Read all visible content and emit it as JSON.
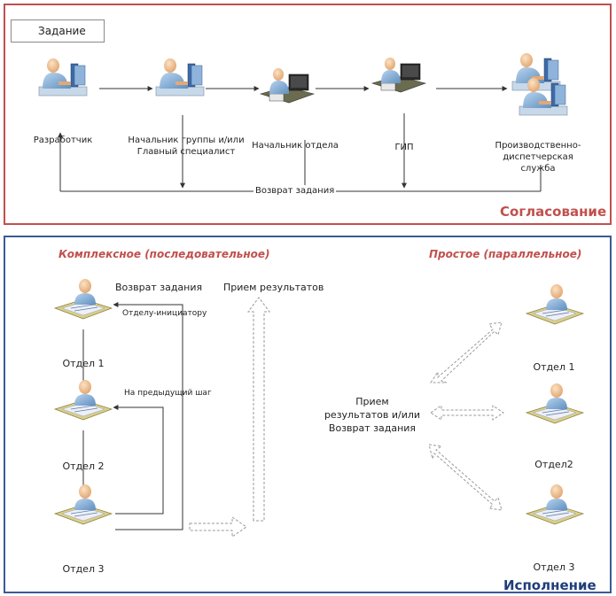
{
  "approval": {
    "task_label": "Задание",
    "roles": [
      "Разработчик",
      "Начальник группы и/или\nГлавный специалист",
      "Начальник отдела",
      "ГИП",
      "Производственно-диспетчерская\nслужба"
    ],
    "return_label": "Возврат задания",
    "section_title": "Согласование"
  },
  "execution": {
    "complex_heading": "Комплексное (последовательное)",
    "simple_heading": "Простое (параллельное)",
    "return_label": "Возврат задания",
    "results_label": "Прием результатов",
    "to_initiator_label": "Отделу-инициатору",
    "prev_step_label": "На предыдущий шаг",
    "left_departments": [
      "Отдел 1",
      "Отдел 2",
      "Отдел 3"
    ],
    "center_label": "Прием\nрезультатов и/или\nВозврат задания",
    "right_departments": [
      "Отдел 1",
      "Отдел2",
      "Отдел 3"
    ],
    "section_title": "Исполнение"
  },
  "colors": {
    "approval_border": "#c0504d",
    "execution_border": "#3b5998",
    "accent_red": "#c0504d",
    "accent_blue": "#1f3d7a"
  }
}
